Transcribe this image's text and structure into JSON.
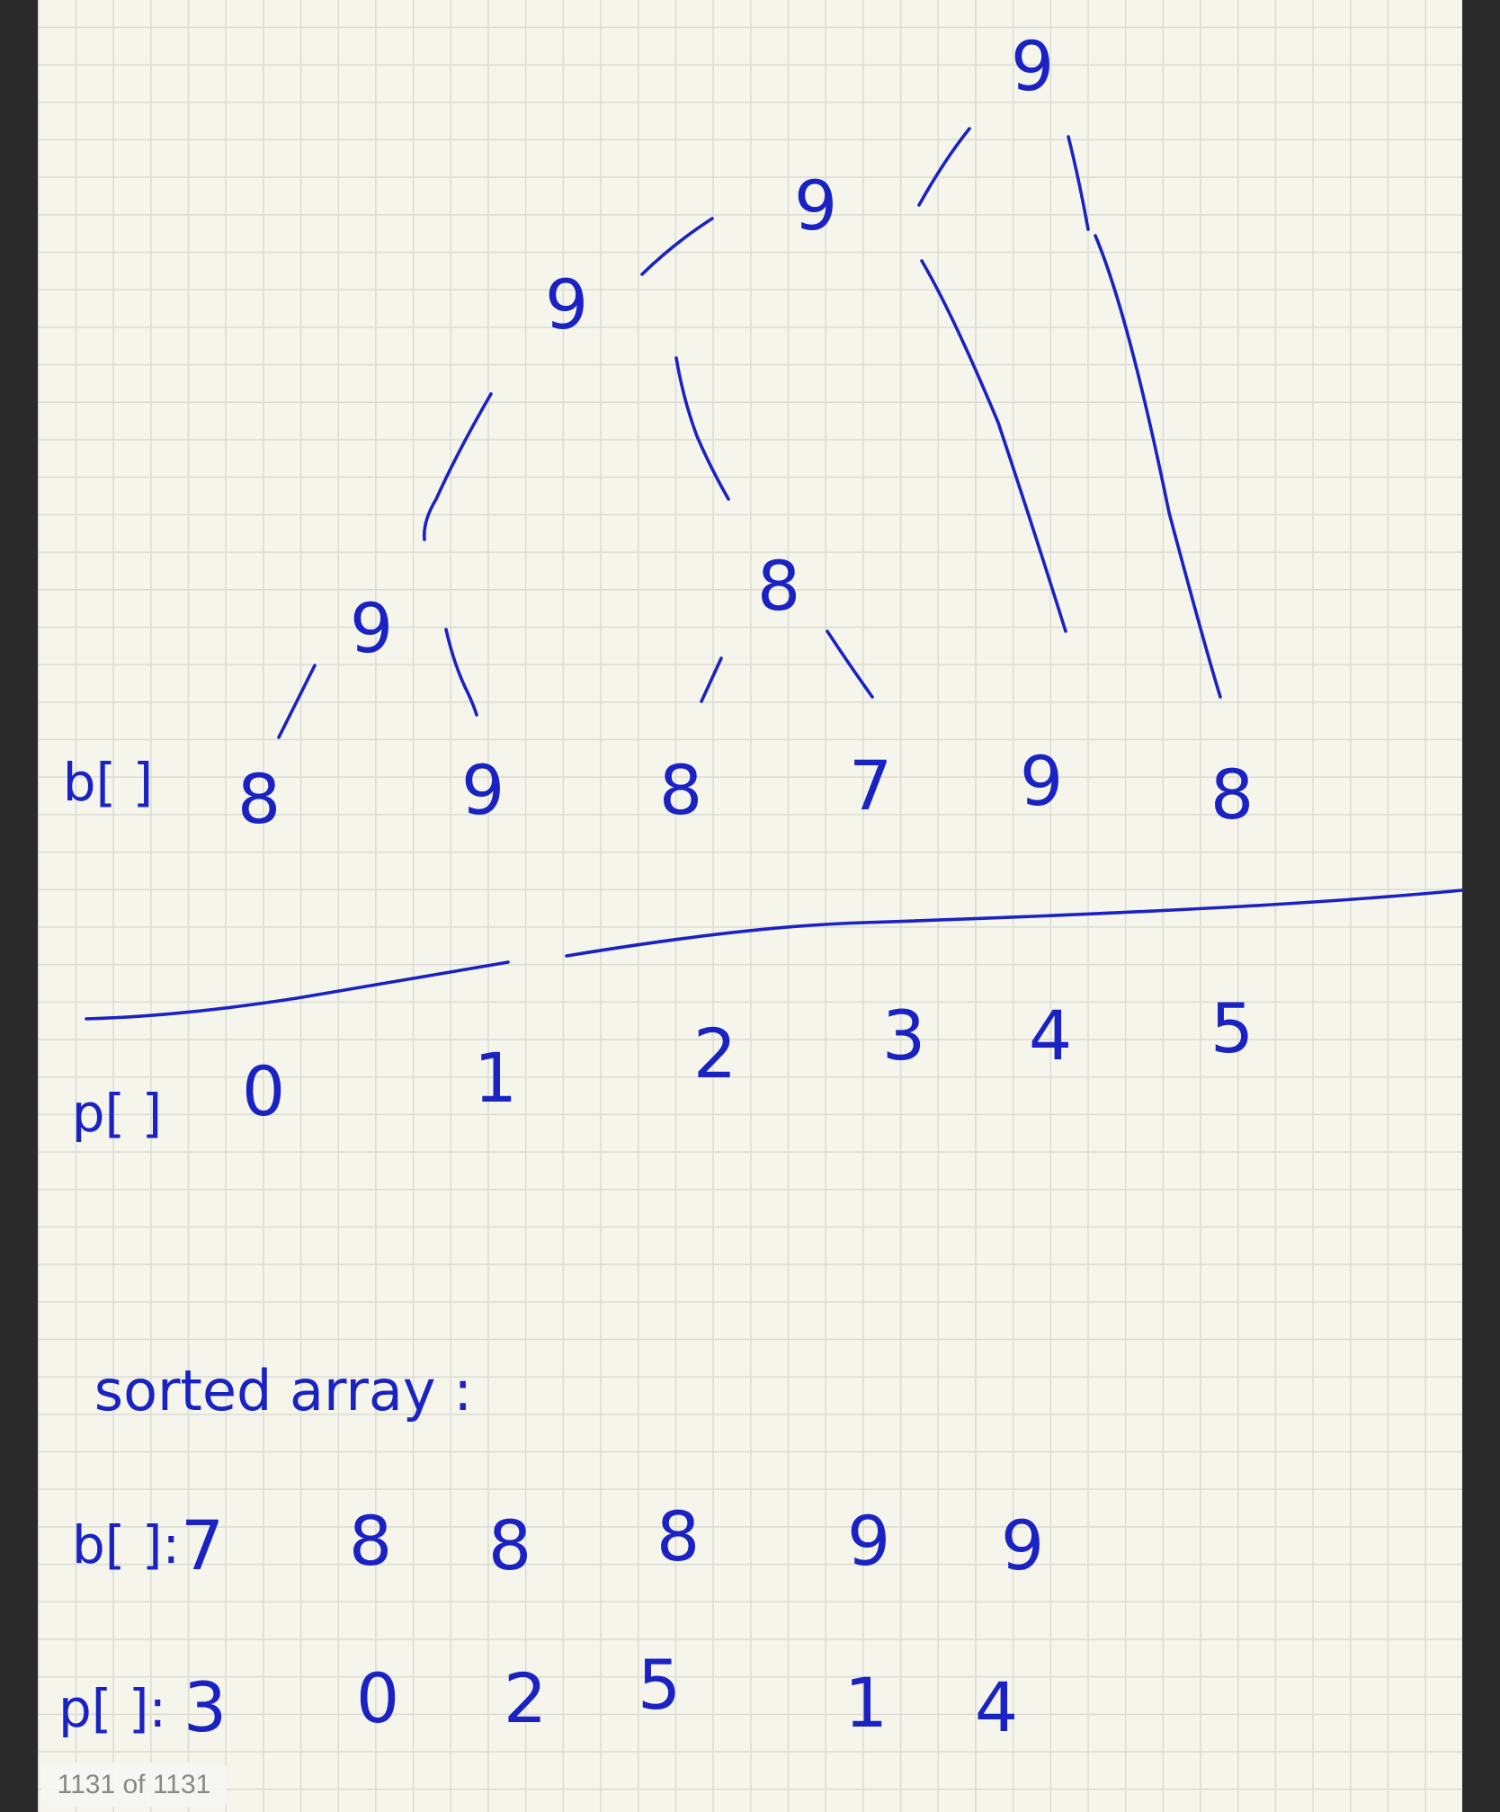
{
  "page_counter": "1131 of 1131",
  "tree": {
    "root": "9",
    "level2": "9",
    "level3": "9",
    "level4_left": "9",
    "level4_right": "8"
  },
  "b_row": {
    "label": "b[ ]",
    "values": [
      "8",
      "9",
      "8",
      "7",
      "9",
      "8"
    ]
  },
  "p_row": {
    "label": "p[ ]",
    "values": [
      "0",
      "1",
      "2",
      "3",
      "4",
      "5"
    ]
  },
  "sorted": {
    "heading": "sorted array :",
    "b_label": "b[ ]:",
    "b_values": [
      "7",
      "8",
      "8",
      "8",
      "9",
      "9"
    ],
    "p_label": "p[ ]:",
    "p_values": [
      "3",
      "0",
      "2",
      "5",
      "1",
      "4"
    ]
  },
  "colors": {
    "ink": "#1a22c4",
    "paper": "#f6f5ec",
    "grid": "#d9dbd3",
    "frame": "#2a2a2a"
  }
}
